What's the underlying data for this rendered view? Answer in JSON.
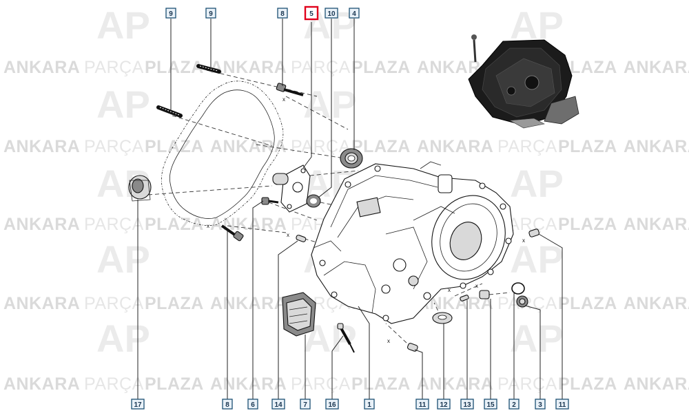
{
  "watermark": {
    "word1": "ANKARA",
    "word2": "PARÇA",
    "word3": "PLAZA",
    "logo": "AP"
  },
  "callouts": [
    {
      "id": "c-9a",
      "label": "9"
    },
    {
      "id": "c-9b",
      "label": "9"
    },
    {
      "id": "c-8t",
      "label": "8"
    },
    {
      "id": "c-5",
      "label": "5",
      "selected": true
    },
    {
      "id": "c-10",
      "label": "10"
    },
    {
      "id": "c-4",
      "label": "4"
    },
    {
      "id": "c-17",
      "label": "17"
    },
    {
      "id": "c-8b",
      "label": "8"
    },
    {
      "id": "c-6",
      "label": "6"
    },
    {
      "id": "c-14",
      "label": "14"
    },
    {
      "id": "c-7",
      "label": "7"
    },
    {
      "id": "c-16",
      "label": "16"
    },
    {
      "id": "c-1",
      "label": "1"
    },
    {
      "id": "c-11a",
      "label": "11"
    },
    {
      "id": "c-12",
      "label": "12"
    },
    {
      "id": "c-13",
      "label": "13"
    },
    {
      "id": "c-15",
      "label": "15"
    },
    {
      "id": "c-2",
      "label": "2"
    },
    {
      "id": "c-3",
      "label": "3"
    },
    {
      "id": "c-11b",
      "label": "11"
    }
  ],
  "marks": {
    "x": "x"
  },
  "colors": {
    "callout_border": "#1b4f72",
    "callout_fill": "#e9f1f8",
    "selected_border": "#e0001b",
    "watermark": "#dadada"
  }
}
